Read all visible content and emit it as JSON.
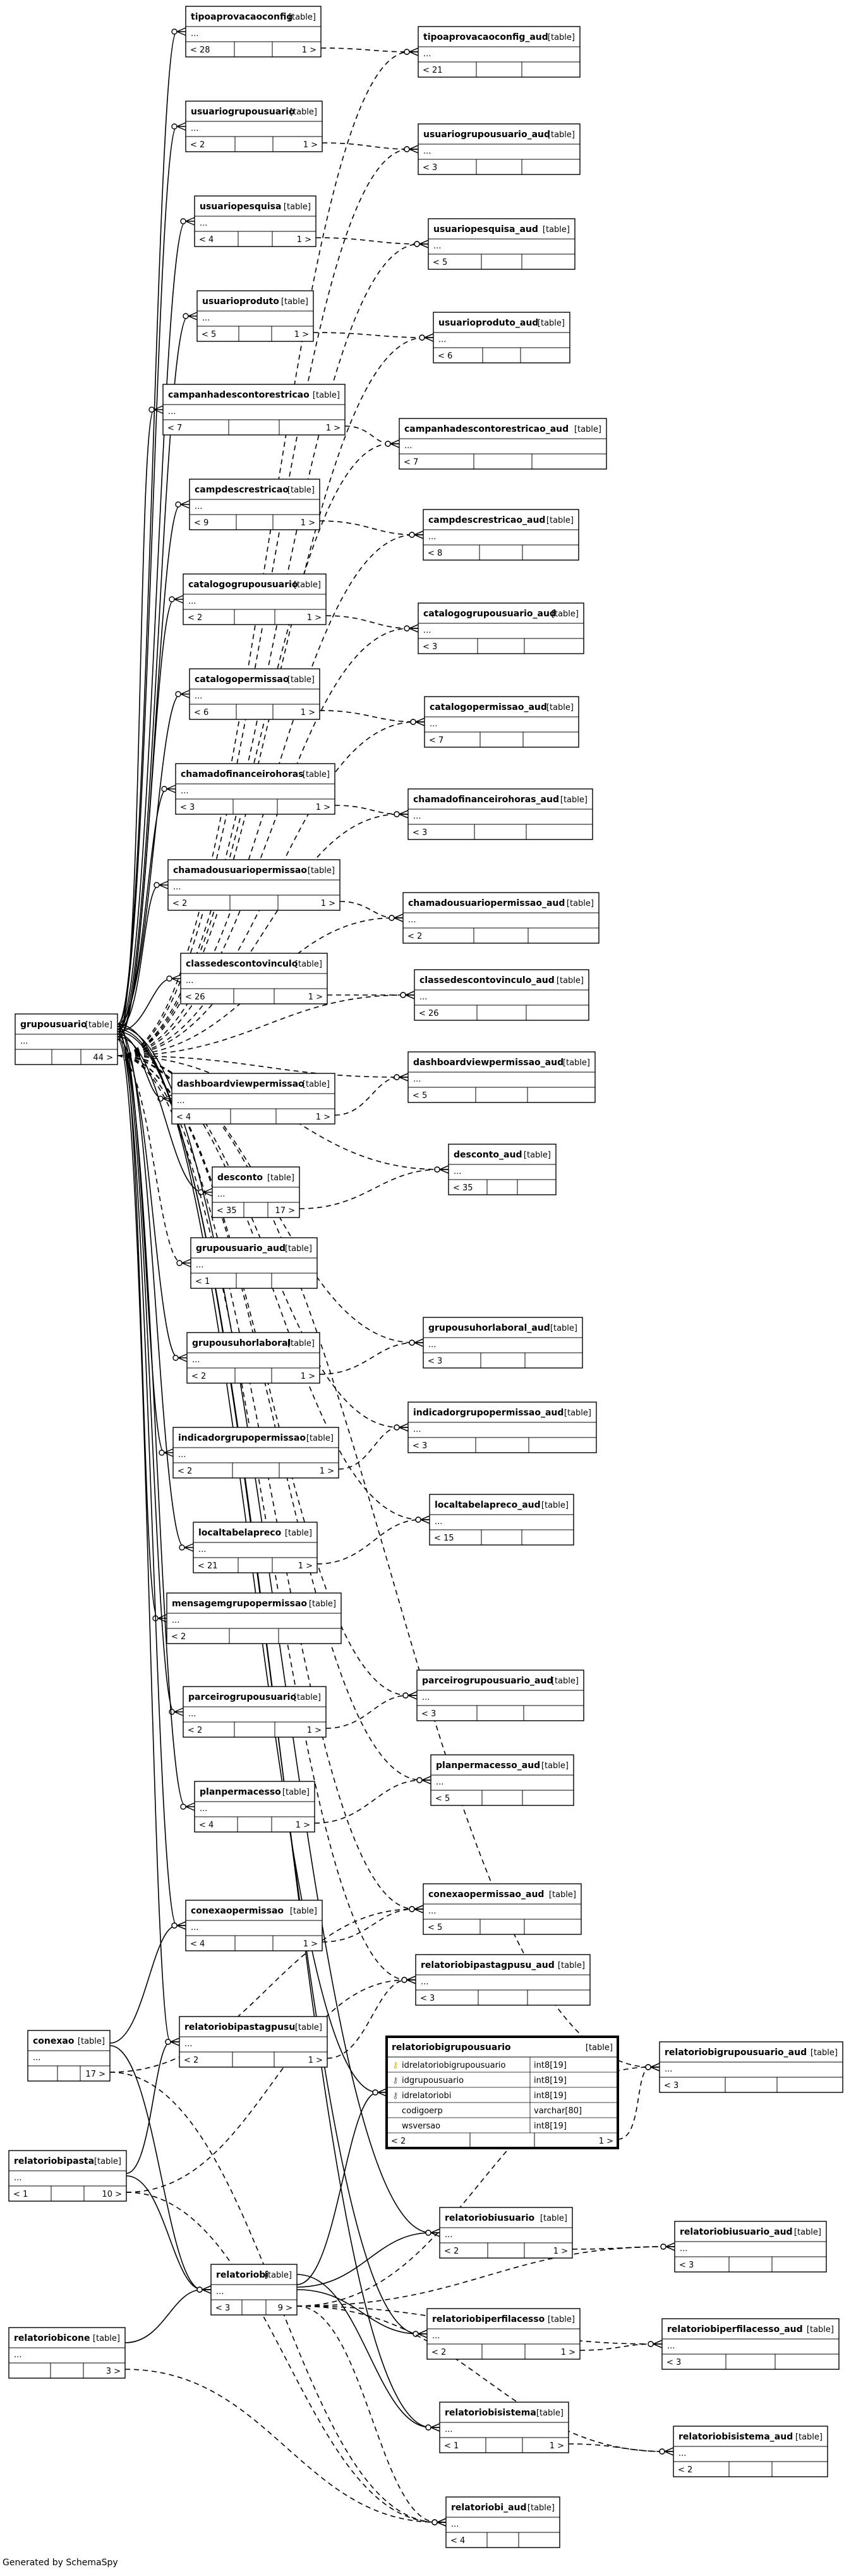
{
  "footer": "Generated by SchemaSpy",
  "tag": "[table]",
  "tables": {
    "tipoaprovacaoconfig": {
      "name": "tipoaprovacaoconfig",
      "rows": [
        "..."
      ],
      "left": "< 28",
      "right": "1 >"
    },
    "tipoaprovacaoconfig_aud": {
      "name": "tipoaprovacaoconfig_aud",
      "rows": [
        "..."
      ],
      "left": "< 21",
      "right": ""
    },
    "usuariogrupousuario": {
      "name": "usuariogrupousuario",
      "rows": [
        "..."
      ],
      "left": "< 2",
      "right": "1 >"
    },
    "usuariogrupousuario_aud": {
      "name": "usuariogrupousuario_aud",
      "rows": [
        "..."
      ],
      "left": "< 3",
      "right": ""
    },
    "usuariopesquisa": {
      "name": "usuariopesquisa",
      "rows": [
        "..."
      ],
      "left": "< 4",
      "right": "1 >"
    },
    "usuariopesquisa_aud": {
      "name": "usuariopesquisa_aud",
      "rows": [
        "..."
      ],
      "left": "< 5",
      "right": ""
    },
    "usuarioproduto": {
      "name": "usuarioproduto",
      "rows": [
        "..."
      ],
      "left": "< 5",
      "right": "1 >"
    },
    "usuarioproduto_aud": {
      "name": "usuarioproduto_aud",
      "rows": [
        "..."
      ],
      "left": "< 6",
      "right": ""
    },
    "campanhadescontorestricao": {
      "name": "campanhadescontorestricao",
      "rows": [
        "..."
      ],
      "left": "< 7",
      "right": "1 >"
    },
    "campanhadescontorestricao_aud": {
      "name": "campanhadescontorestricao_aud",
      "rows": [
        "..."
      ],
      "left": "< 7",
      "right": ""
    },
    "campdescrestricao": {
      "name": "campdescrestricao",
      "rows": [
        "..."
      ],
      "left": "< 9",
      "right": "1 >"
    },
    "campdescrestricao_aud": {
      "name": "campdescrestricao_aud",
      "rows": [
        "..."
      ],
      "left": "< 8",
      "right": ""
    },
    "catalogogrupousuario": {
      "name": "catalogogrupousuario",
      "rows": [
        "..."
      ],
      "left": "< 2",
      "right": "1 >"
    },
    "catalogogrupousuario_aud": {
      "name": "catalogogrupousuario_aud",
      "rows": [
        "..."
      ],
      "left": "< 3",
      "right": ""
    },
    "catalogopermissao": {
      "name": "catalogopermissao",
      "rows": [
        "..."
      ],
      "left": "< 6",
      "right": "1 >"
    },
    "catalogopermissao_aud": {
      "name": "catalogopermissao_aud",
      "rows": [
        "..."
      ],
      "left": "< 7",
      "right": ""
    },
    "chamadofinanceirohoras": {
      "name": "chamadofinanceirohoras",
      "rows": [
        "..."
      ],
      "left": "< 3",
      "right": "1 >"
    },
    "chamadofinanceirohoras_aud": {
      "name": "chamadofinanceirohoras_aud",
      "rows": [
        "..."
      ],
      "left": "< 3",
      "right": ""
    },
    "chamadousuariopermissao": {
      "name": "chamadousuariopermissao",
      "rows": [
        "..."
      ],
      "left": "< 2",
      "right": "1 >"
    },
    "chamadousuariopermissao_aud": {
      "name": "chamadousuariopermissao_aud",
      "rows": [
        "..."
      ],
      "left": "< 2",
      "right": ""
    },
    "classedescontovinculo": {
      "name": "classedescontovinculo",
      "rows": [
        "..."
      ],
      "left": "< 26",
      "right": "1 >"
    },
    "classedescontovinculo_aud": {
      "name": "classedescontovinculo_aud",
      "rows": [
        "..."
      ],
      "left": "< 26",
      "right": ""
    },
    "grupousuario": {
      "name": "grupousuario",
      "rows": [
        "..."
      ],
      "left": "",
      "right": "44 >"
    },
    "dashboardviewpermissao": {
      "name": "dashboardviewpermissao",
      "rows": [
        "..."
      ],
      "left": "< 4",
      "right": "1 >"
    },
    "dashboardviewpermissao_aud": {
      "name": "dashboardviewpermissao_aud",
      "rows": [
        "..."
      ],
      "left": "< 5",
      "right": ""
    },
    "desconto": {
      "name": "desconto",
      "rows": [
        "..."
      ],
      "left": "< 35",
      "right": "17 >"
    },
    "desconto_aud": {
      "name": "desconto_aud",
      "rows": [
        "..."
      ],
      "left": "< 35",
      "right": ""
    },
    "grupousuario_aud": {
      "name": "grupousuario_aud",
      "rows": [
        "..."
      ],
      "left": "< 1",
      "right": ""
    },
    "grupousuhorlaboral": {
      "name": "grupousuhorlaboral",
      "rows": [
        "..."
      ],
      "left": "< 2",
      "right": "1 >"
    },
    "grupousuhorlaboral_aud": {
      "name": "grupousuhorlaboral_aud",
      "rows": [
        "..."
      ],
      "left": "< 3",
      "right": ""
    },
    "indicadorgrupopermissao": {
      "name": "indicadorgrupopermissao",
      "rows": [
        "..."
      ],
      "left": "< 2",
      "right": "1 >"
    },
    "indicadorgrupopermissao_aud": {
      "name": "indicadorgrupopermissao_aud",
      "rows": [
        "..."
      ],
      "left": "< 3",
      "right": ""
    },
    "localtabelapreco": {
      "name": "localtabelapreco",
      "rows": [
        "..."
      ],
      "left": "< 21",
      "right": "1 >"
    },
    "localtabelapreco_aud": {
      "name": "localtabelapreco_aud",
      "rows": [
        "..."
      ],
      "left": "< 15",
      "right": ""
    },
    "mensagemgrupopermissao": {
      "name": "mensagemgrupopermissao",
      "rows": [
        "..."
      ],
      "left": "< 2",
      "right": ""
    },
    "parceirogrupousuario": {
      "name": "parceirogrupousuario",
      "rows": [
        "..."
      ],
      "left": "< 2",
      "right": "1 >"
    },
    "parceirogrupousuario_aud": {
      "name": "parceirogrupousuario_aud",
      "rows": [
        "..."
      ],
      "left": "< 3",
      "right": ""
    },
    "planpermacesso": {
      "name": "planpermacesso",
      "rows": [
        "..."
      ],
      "left": "< 4",
      "right": "1 >"
    },
    "planpermacesso_aud": {
      "name": "planpermacesso_aud",
      "rows": [
        "..."
      ],
      "left": "< 5",
      "right": ""
    },
    "conexaopermissao": {
      "name": "conexaopermissao",
      "rows": [
        "..."
      ],
      "left": "< 4",
      "right": "1 >"
    },
    "conexaopermissao_aud": {
      "name": "conexaopermissao_aud",
      "rows": [
        "..."
      ],
      "left": "< 5",
      "right": ""
    },
    "relatoriobipastagpusu_aud": {
      "name": "relatoriobipastagpusu_aud",
      "rows": [
        "..."
      ],
      "left": "< 3",
      "right": ""
    },
    "conexao": {
      "name": "conexao",
      "rows": [
        "..."
      ],
      "left": "",
      "right": "17 >"
    },
    "relatoriobipastagpusu": {
      "name": "relatoriobipastagpusu",
      "rows": [
        "..."
      ],
      "left": "< 2",
      "right": "1 >"
    },
    "relatoriobigrupousuario": {
      "name": "relatoriobigrupousuario",
      "columns": [
        {
          "key": "pk",
          "name": "idrelatoriobigrupousuario",
          "type": "int8[19]"
        },
        {
          "key": "fk",
          "name": "idgrupousuario",
          "type": "int8[19]"
        },
        {
          "key": "fk",
          "name": "idrelatoriobi",
          "type": "int8[19]"
        },
        {
          "key": "",
          "name": "codigoerp",
          "type": "varchar[80]"
        },
        {
          "key": "",
          "name": "wsversao",
          "type": "int8[19]"
        }
      ],
      "left": "< 2",
      "right": "1 >"
    },
    "relatoriobigrupousuario_aud": {
      "name": "relatoriobigrupousuario_aud",
      "rows": [
        "..."
      ],
      "left": "< 3",
      "right": ""
    },
    "relatoriobipasta": {
      "name": "relatoriobipasta",
      "rows": [
        "..."
      ],
      "left": "< 1",
      "right": "10 >"
    },
    "relatoriobi": {
      "name": "relatoriobi",
      "rows": [
        "..."
      ],
      "left": "< 3",
      "right": "9 >"
    },
    "relatoriobiusuario": {
      "name": "relatoriobiusuario",
      "rows": [
        "..."
      ],
      "left": "< 2",
      "right": "1 >"
    },
    "relatoriobiusuario_aud": {
      "name": "relatoriobiusuario_aud",
      "rows": [
        "..."
      ],
      "left": "< 3",
      "right": ""
    },
    "relatoriobicone": {
      "name": "relatoriobicone",
      "rows": [
        "..."
      ],
      "left": "",
      "right": "3 >"
    },
    "relatoriobiperfilacesso": {
      "name": "relatoriobiperfilacesso",
      "rows": [
        "..."
      ],
      "left": "< 2",
      "right": "1 >"
    },
    "relatoriobiperfilacesso_aud": {
      "name": "relatoriobiperfilacesso_aud",
      "rows": [
        "..."
      ],
      "left": "< 3",
      "right": ""
    },
    "relatoriobisistema": {
      "name": "relatoriobisistema",
      "rows": [
        "..."
      ],
      "left": "< 1",
      "right": "1 >"
    },
    "relatoriobisistema_aud": {
      "name": "relatoriobisistema_aud",
      "rows": [
        "..."
      ],
      "left": "< 2",
      "right": ""
    },
    "relatoriobi_aud": {
      "name": "relatoriobi_aud",
      "rows": [
        "..."
      ],
      "left": "< 4",
      "right": ""
    }
  },
  "relationships": [
    {
      "from": "grupousuario",
      "to": "tipoaprovacaoconfig",
      "kind": "solid"
    },
    {
      "from": "grupousuario",
      "to": "usuariogrupousuario",
      "kind": "solid"
    },
    {
      "from": "grupousuario",
      "to": "usuariopesquisa",
      "kind": "solid"
    },
    {
      "from": "grupousuario",
      "to": "usuarioproduto",
      "kind": "solid"
    },
    {
      "from": "grupousuario",
      "to": "campanhadescontorestricao",
      "kind": "solid"
    },
    {
      "from": "grupousuario",
      "to": "campdescrestricao",
      "kind": "solid"
    },
    {
      "from": "grupousuario",
      "to": "catalogogrupousuario",
      "kind": "solid"
    },
    {
      "from": "grupousuario",
      "to": "catalogopermissao",
      "kind": "solid"
    },
    {
      "from": "grupousuario",
      "to": "chamadofinanceirohoras",
      "kind": "solid"
    },
    {
      "from": "grupousuario",
      "to": "chamadousuariopermissao",
      "kind": "solid"
    },
    {
      "from": "grupousuario",
      "to": "classedescontovinculo",
      "kind": "solid"
    },
    {
      "from": "grupousuario",
      "to": "dashboardviewpermissao",
      "kind": "solid"
    },
    {
      "from": "grupousuario",
      "to": "desconto",
      "kind": "solid"
    },
    {
      "from": "grupousuario",
      "to": "grupousuhorlaboral",
      "kind": "solid"
    },
    {
      "from": "grupousuario",
      "to": "indicadorgrupopermissao",
      "kind": "solid"
    },
    {
      "from": "grupousuario",
      "to": "localtabelapreco",
      "kind": "solid"
    },
    {
      "from": "grupousuario",
      "to": "mensagemgrupopermissao",
      "kind": "solid"
    },
    {
      "from": "grupousuario",
      "to": "parceirogrupousuario",
      "kind": "solid"
    },
    {
      "from": "grupousuario",
      "to": "planpermacesso",
      "kind": "solid"
    },
    {
      "from": "grupousuario",
      "to": "conexaopermissao",
      "kind": "solid"
    },
    {
      "from": "grupousuario",
      "to": "relatoriobipastagpusu",
      "kind": "solid"
    },
    {
      "from": "grupousuario",
      "to": "relatoriobigrupousuario",
      "kind": "solid"
    },
    {
      "from": "grupousuario",
      "to": "relatoriobiusuario",
      "kind": "solid"
    },
    {
      "from": "grupousuario",
      "to": "relatoriobiperfilacesso",
      "kind": "solid"
    },
    {
      "from": "grupousuario",
      "to": "relatoriobisistema",
      "kind": "solid"
    },
    {
      "from": "grupousuario",
      "to": "tipoaprovacaoconfig_aud",
      "kind": "dashed"
    },
    {
      "from": "grupousuario",
      "to": "usuariogrupousuario_aud",
      "kind": "dashed"
    },
    {
      "from": "grupousuario",
      "to": "usuariopesquisa_aud",
      "kind": "dashed"
    },
    {
      "from": "grupousuario",
      "to": "usuarioproduto_aud",
      "kind": "dashed"
    },
    {
      "from": "grupousuario",
      "to": "campanhadescontorestricao_aud",
      "kind": "dashed"
    },
    {
      "from": "grupousuario",
      "to": "campdescrestricao_aud",
      "kind": "dashed"
    },
    {
      "from": "grupousuario",
      "to": "catalogogrupousuario_aud",
      "kind": "dashed"
    },
    {
      "from": "grupousuario",
      "to": "catalogopermissao_aud",
      "kind": "dashed"
    },
    {
      "from": "grupousuario",
      "to": "chamadofinanceirohoras_aud",
      "kind": "dashed"
    },
    {
      "from": "grupousuario",
      "to": "chamadousuariopermissao_aud",
      "kind": "dashed"
    },
    {
      "from": "grupousuario",
      "to": "classedescontovinculo_aud",
      "kind": "dashed"
    },
    {
      "from": "grupousuario",
      "to": "dashboardviewpermissao_aud",
      "kind": "dashed"
    },
    {
      "from": "grupousuario",
      "to": "desconto_aud",
      "kind": "dashed"
    },
    {
      "from": "grupousuario",
      "to": "grupousuario_aud",
      "kind": "dashed"
    },
    {
      "from": "grupousuario",
      "to": "grupousuhorlaboral_aud",
      "kind": "dashed"
    },
    {
      "from": "grupousuario",
      "to": "indicadorgrupopermissao_aud",
      "kind": "dashed"
    },
    {
      "from": "grupousuario",
      "to": "localtabelapreco_aud",
      "kind": "dashed"
    },
    {
      "from": "grupousuario",
      "to": "parceirogrupousuario_aud",
      "kind": "dashed"
    },
    {
      "from": "grupousuario",
      "to": "planpermacesso_aud",
      "kind": "dashed"
    },
    {
      "from": "grupousuario",
      "to": "conexaopermissao_aud",
      "kind": "dashed"
    },
    {
      "from": "grupousuario",
      "to": "relatoriobipastagpusu_aud",
      "kind": "dashed"
    },
    {
      "from": "grupousuario",
      "to": "relatoriobigrupousuario_aud",
      "kind": "dashed"
    },
    {
      "from": "tipoaprovacaoconfig",
      "to": "tipoaprovacaoconfig_aud",
      "kind": "dashed"
    },
    {
      "from": "usuariogrupousuario",
      "to": "usuariogrupousuario_aud",
      "kind": "dashed"
    },
    {
      "from": "usuariopesquisa",
      "to": "usuariopesquisa_aud",
      "kind": "dashed"
    },
    {
      "from": "usuarioproduto",
      "to": "usuarioproduto_aud",
      "kind": "dashed"
    },
    {
      "from": "campanhadescontorestricao",
      "to": "campanhadescontorestricao_aud",
      "kind": "dashed"
    },
    {
      "from": "campdescrestricao",
      "to": "campdescrestricao_aud",
      "kind": "dashed"
    },
    {
      "from": "catalogogrupousuario",
      "to": "catalogogrupousuario_aud",
      "kind": "dashed"
    },
    {
      "from": "catalogopermissao",
      "to": "catalogopermissao_aud",
      "kind": "dashed"
    },
    {
      "from": "chamadofinanceirohoras",
      "to": "chamadofinanceirohoras_aud",
      "kind": "dashed"
    },
    {
      "from": "chamadousuariopermissao",
      "to": "chamadousuariopermissao_aud",
      "kind": "dashed"
    },
    {
      "from": "classedescontovinculo",
      "to": "classedescontovinculo_aud",
      "kind": "dashed"
    },
    {
      "from": "dashboardviewpermissao",
      "to": "dashboardviewpermissao_aud",
      "kind": "dashed"
    },
    {
      "from": "desconto",
      "to": "desconto_aud",
      "kind": "dashed"
    },
    {
      "from": "grupousuhorlaboral",
      "to": "grupousuhorlaboral_aud",
      "kind": "dashed"
    },
    {
      "from": "indicadorgrupopermissao",
      "to": "indicadorgrupopermissao_aud",
      "kind": "dashed"
    },
    {
      "from": "localtabelapreco",
      "to": "localtabelapreco_aud",
      "kind": "dashed"
    },
    {
      "from": "parceirogrupousuario",
      "to": "parceirogrupousuario_aud",
      "kind": "dashed"
    },
    {
      "from": "planpermacesso",
      "to": "planpermacesso_aud",
      "kind": "dashed"
    },
    {
      "from": "conexaopermissao",
      "to": "conexaopermissao_aud",
      "kind": "dashed"
    },
    {
      "from": "relatoriobipastagpusu",
      "to": "relatoriobipastagpusu_aud",
      "kind": "dashed"
    },
    {
      "from": "relatoriobigrupousuario",
      "to": "relatoriobigrupousuario_aud",
      "kind": "dashed"
    },
    {
      "from": "relatoriobiusuario",
      "to": "relatoriobiusuario_aud",
      "kind": "dashed"
    },
    {
      "from": "relatoriobiperfilacesso",
      "to": "relatoriobiperfilacesso_aud",
      "kind": "dashed"
    },
    {
      "from": "relatoriobisistema",
      "to": "relatoriobisistema_aud",
      "kind": "dashed"
    },
    {
      "from": "conexao",
      "to": "conexaopermissao",
      "kind": "solid"
    },
    {
      "from": "conexao",
      "to": "relatoriobi",
      "kind": "solid"
    },
    {
      "from": "conexao",
      "to": "conexaopermissao_aud",
      "kind": "dashed"
    },
    {
      "from": "conexao",
      "to": "relatoriobi_aud",
      "kind": "dashed"
    },
    {
      "from": "relatoriobipasta",
      "to": "relatoriobipastagpusu",
      "kind": "solid"
    },
    {
      "from": "relatoriobipasta",
      "to": "relatoriobi",
      "kind": "solid"
    },
    {
      "from": "relatoriobipasta",
      "to": "relatoriobipastagpusu_aud",
      "kind": "dashed"
    },
    {
      "from": "relatoriobipasta",
      "to": "relatoriobi_aud",
      "kind": "dashed"
    },
    {
      "from": "relatoriobicone",
      "to": "relatoriobi",
      "kind": "solid"
    },
    {
      "from": "relatoriobicone",
      "to": "relatoriobi_aud",
      "kind": "dashed"
    },
    {
      "from": "relatoriobi",
      "to": "relatoriobigrupousuario",
      "kind": "solid"
    },
    {
      "from": "relatoriobi",
      "to": "relatoriobiusuario",
      "kind": "solid"
    },
    {
      "from": "relatoriobi",
      "to": "relatoriobiperfilacesso",
      "kind": "solid"
    },
    {
      "from": "relatoriobi",
      "to": "relatoriobisistema",
      "kind": "solid"
    },
    {
      "from": "relatoriobi",
      "to": "relatoriobigrupousuario_aud",
      "kind": "dashed"
    },
    {
      "from": "relatoriobi",
      "to": "relatoriobiusuario_aud",
      "kind": "dashed"
    },
    {
      "from": "relatoriobi",
      "to": "relatoriobiperfilacesso_aud",
      "kind": "dashed"
    },
    {
      "from": "relatoriobi",
      "to": "relatoriobisistema_aud",
      "kind": "dashed"
    },
    {
      "from": "relatoriobi",
      "to": "relatoriobi_aud",
      "kind": "dashed"
    }
  ]
}
